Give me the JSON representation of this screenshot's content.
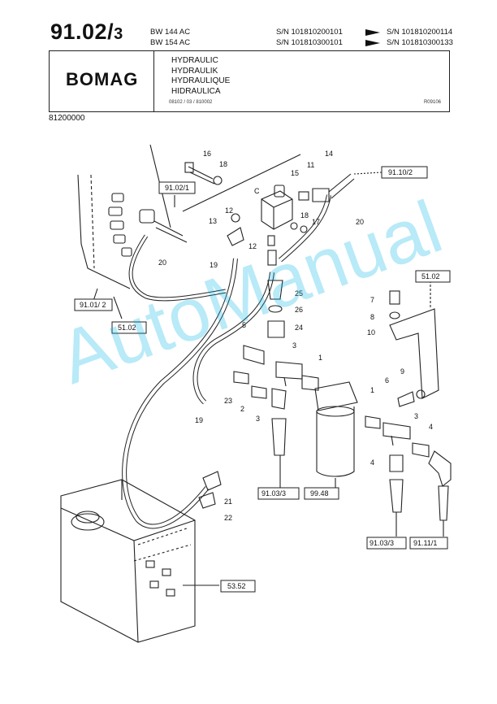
{
  "page": {
    "number": "91.02/",
    "sub": "3"
  },
  "models": [
    "BW 144 AC",
    "BW 154 AC"
  ],
  "serials": [
    {
      "from": "S/N 101810200101",
      "to": "S/N 101810200114"
    },
    {
      "from": "S/N 101810300101",
      "to": "S/N 101810300133"
    }
  ],
  "brand": "BOMAG",
  "titles": [
    "HYDRAULIC",
    "HYDRAULIK",
    "HYDRAULIQUE",
    "HIDRAULICA"
  ],
  "doc_code": "08102 / 03 / 810002",
  "revision": "R09106",
  "part_number": "81200000",
  "callouts": {
    "c1a": "1",
    "c1b": "1",
    "c2": "2",
    "c3a": "3",
    "c3b": "3",
    "c3c": "3",
    "c4a": "4",
    "c4b": "4",
    "c5": "5",
    "c6": "6",
    "c7": "7",
    "c8": "8",
    "c9": "9",
    "c10": "10",
    "c11": "11",
    "c12a": "12",
    "c12b": "12",
    "c13": "13",
    "c14": "14",
    "c15": "15",
    "c16": "16",
    "c17": "17",
    "c18a": "18",
    "c18b": "18",
    "c19a": "19",
    "c19b": "19",
    "c20a": "20",
    "c20b": "20",
    "c21": "21",
    "c22": "22",
    "c23": "23",
    "c24": "24",
    "c25": "25",
    "c26": "26",
    "cC": "C"
  },
  "refs": {
    "r1": "91.02/1",
    "r2": "91.10/2",
    "r3": "91.01/ 2",
    "r4": "51.02",
    "r5": "51.02",
    "r6": "91.03/3",
    "r7": "99.48",
    "r8": "91.03/3",
    "r9": "91.11/1",
    "r10": "53.52"
  },
  "watermark": "AutoManual"
}
